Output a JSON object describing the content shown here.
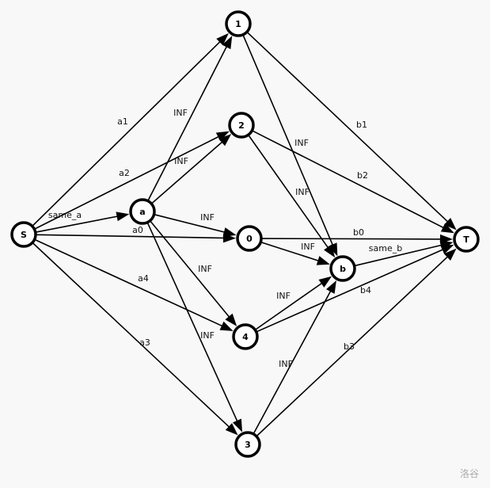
{
  "graph": {
    "nodes": [
      {
        "id": "S",
        "label": "S"
      },
      {
        "id": "a",
        "label": "a"
      },
      {
        "id": "1",
        "label": "1"
      },
      {
        "id": "2",
        "label": "2"
      },
      {
        "id": "0",
        "label": "0"
      },
      {
        "id": "b",
        "label": "b"
      },
      {
        "id": "4",
        "label": "4"
      },
      {
        "id": "3",
        "label": "3"
      },
      {
        "id": "T",
        "label": "T"
      }
    ],
    "edges": [
      {
        "from": "S",
        "to": "1",
        "label": "a1"
      },
      {
        "from": "S",
        "to": "2",
        "label": "a2"
      },
      {
        "from": "S",
        "to": "a",
        "label": "same_a"
      },
      {
        "from": "S",
        "to": "0",
        "label": "a0"
      },
      {
        "from": "S",
        "to": "4",
        "label": "a4"
      },
      {
        "from": "S",
        "to": "3",
        "label": "a3"
      },
      {
        "from": "a",
        "to": "1",
        "label": "INF"
      },
      {
        "from": "a",
        "to": "2",
        "label": "INF"
      },
      {
        "from": "a",
        "to": "0",
        "label": "INF"
      },
      {
        "from": "a",
        "to": "4",
        "label": "INF"
      },
      {
        "from": "a",
        "to": "3",
        "label": "INF"
      },
      {
        "from": "1",
        "to": "b",
        "label": "INF"
      },
      {
        "from": "2",
        "to": "b",
        "label": "INF"
      },
      {
        "from": "0",
        "to": "b",
        "label": "INF"
      },
      {
        "from": "4",
        "to": "b",
        "label": "INF"
      },
      {
        "from": "3",
        "to": "b",
        "label": "INF"
      },
      {
        "from": "1",
        "to": "T",
        "label": "b1"
      },
      {
        "from": "2",
        "to": "T",
        "label": "b2"
      },
      {
        "from": "0",
        "to": "T",
        "label": "b0"
      },
      {
        "from": "b",
        "to": "T",
        "label": "same_b"
      },
      {
        "from": "4",
        "to": "T",
        "label": "b4"
      },
      {
        "from": "3",
        "to": "T",
        "label": "b3"
      }
    ]
  },
  "watermark": "洛谷"
}
